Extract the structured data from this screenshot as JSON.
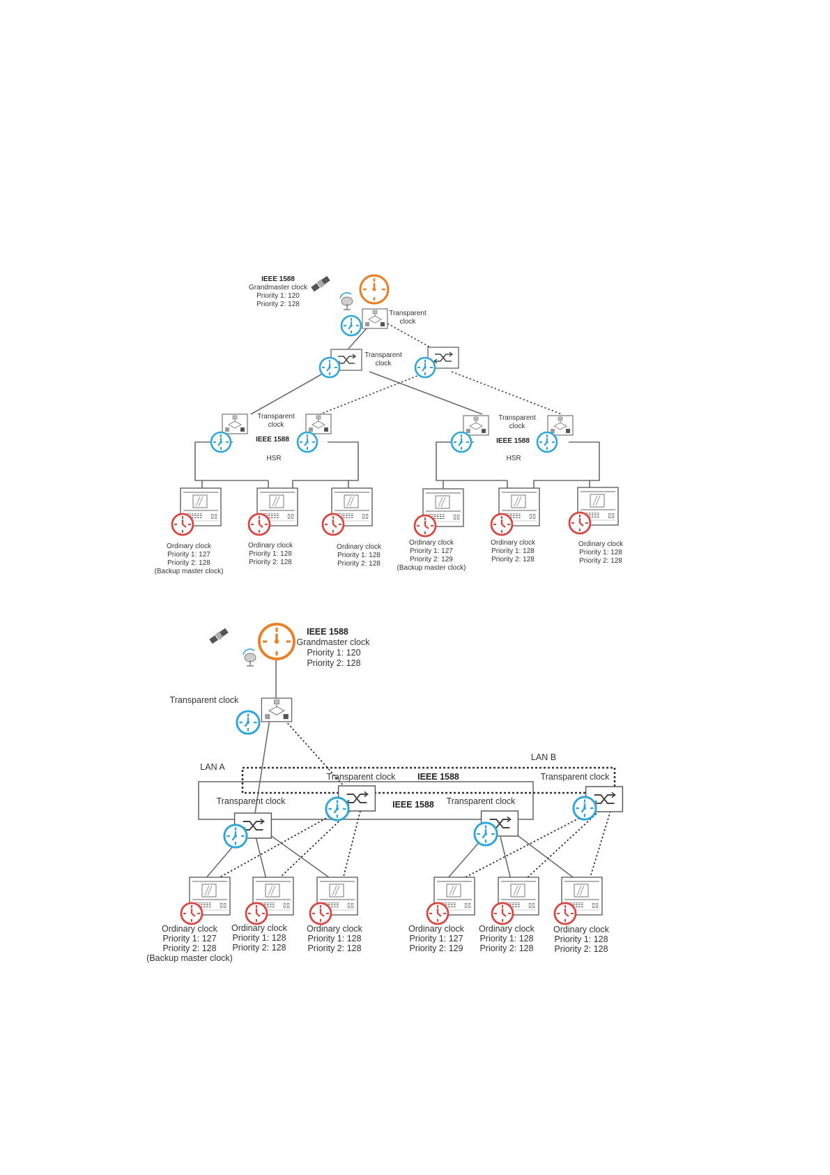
{
  "fig1": {
    "gm_title": "IEEE 1588",
    "gm_subtitle": "Grandmaster clock",
    "gm_p1": "Priority 1: 120",
    "gm_p2": "Priority 2: 128",
    "tc_top": [
      "Transparent",
      "clock"
    ],
    "tc_mid": [
      "Transparent",
      "clock"
    ],
    "ring_left": {
      "tc": [
        "Transparent",
        "clock"
      ],
      "ieee": "IEEE 1588",
      "hsr": "HSR"
    },
    "ring_right": {
      "tc": [
        "Transparent",
        "clock"
      ],
      "ieee": "IEEE 1588",
      "hsr": "HSR"
    },
    "ordinary": [
      {
        "name": "Ordinary clock",
        "p1": "Priority 1: 127",
        "p2": "Priority 2: 128",
        "note": "(Backup master clock)"
      },
      {
        "name": "Ordinary clock",
        "p1": "Priority 1: 128",
        "p2": "Priority 2: 128",
        "note": ""
      },
      {
        "name": "Ordinary clock",
        "p1": "Priority 1: 128",
        "p2": "Priority 2: 128",
        "note": ""
      },
      {
        "name": "Ordinary clock",
        "p1": "Priority 1: 127",
        "p2": "Priority 2: 129",
        "note": "(Backup master clock)"
      },
      {
        "name": "Ordinary clock",
        "p1": "Priority 1: 128",
        "p2": "Priority 2: 128",
        "note": ""
      },
      {
        "name": "Ordinary clock",
        "p1": "Priority 1: 128",
        "p2": "Priority 2: 128",
        "note": ""
      }
    ]
  },
  "fig2": {
    "gm_title": "IEEE 1588",
    "gm_subtitle": "Grandmaster clock",
    "gm_p1": "Priority 1: 120",
    "gm_p2": "Priority 2: 128",
    "tc_top": "Transparent clock",
    "lan_a": "LAN A",
    "lan_b": "LAN B",
    "lan_b_tc_left": "Transparent clock",
    "lan_b_ieee": "IEEE 1588",
    "lan_b_tc_right": "Transparent clock",
    "lan_a_tc_left": "Transparent clock",
    "lan_a_ieee": "IEEE 1588",
    "lan_a_tc_right": "Transparent clock",
    "ordinary": [
      {
        "name": "Ordinary clock",
        "p1": "Priority 1: 127",
        "p2": "Priority 2: 128",
        "note": "(Backup master clock)"
      },
      {
        "name": "Ordinary clock",
        "p1": "Priority 1: 128",
        "p2": "Priority 2: 128",
        "note": ""
      },
      {
        "name": "Ordinary clock",
        "p1": "Priority 1: 128",
        "p2": "Priority 2: 128",
        "note": ""
      },
      {
        "name": "Ordinary clock",
        "p1": "Priority 1: 127",
        "p2": "Priority 2: 129",
        "note": ""
      },
      {
        "name": "Ordinary clock",
        "p1": "Priority 1: 128",
        "p2": "Priority 2: 128",
        "note": ""
      },
      {
        "name": "Ordinary clock",
        "p1": "Priority 1: 128",
        "p2": "Priority 2: 128",
        "note": ""
      }
    ]
  },
  "colors": {
    "grandmaster": "#E8822A",
    "transparent": "#2EA7D8",
    "ordinary": "#D9453F",
    "line": "#6b6b6b"
  },
  "icons": [
    "satellite-icon",
    "antenna-icon",
    "grandmaster-clock-icon",
    "transparent-clock-icon",
    "ordinary-clock-icon",
    "switch-icon",
    "redbox-icon",
    "ied-icon"
  ]
}
